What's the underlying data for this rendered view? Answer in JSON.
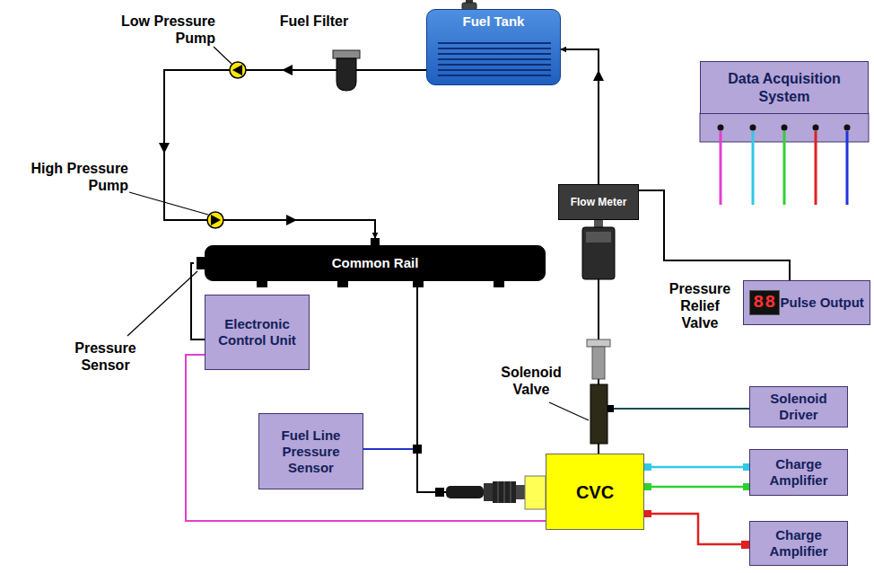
{
  "diagram": {
    "nodes": [
      {
        "text": [
          "Fuel Tank"
        ]
      },
      {
        "text": [
          "Data Acquisition System"
        ]
      },
      {
        "text": [
          "Flow Meter"
        ]
      },
      {
        "text": [
          "Common Rail"
        ]
      },
      {
        "text": [
          "88",
          "Pulse Output"
        ]
      },
      {
        "text": [
          "Electronic Control Unit"
        ]
      },
      {
        "text": [
          "Solenoid Driver"
        ]
      },
      {
        "text": [
          "Fuel Line Pressure Sensor"
        ]
      },
      {
        "text": [
          "CVC"
        ]
      },
      {
        "text": [
          "Charge Amplifier"
        ]
      },
      {
        "text": [
          "Charge Amplifier"
        ]
      }
    ],
    "edges": [
      {
        "from": 0,
        "to": 3,
        "arrow": "to"
      },
      {
        "from": 3,
        "to": 5,
        "arrow": "none"
      },
      {
        "from": 3,
        "to": 8,
        "arrow": "none"
      },
      {
        "from": 5,
        "to": 8,
        "arrow": "none"
      },
      {
        "from": 8,
        "to": 2,
        "arrow": "none"
      },
      {
        "from": 2,
        "to": 0,
        "arrow": "to"
      },
      {
        "from": 2,
        "to": 4,
        "arrow": "none"
      },
      {
        "from": 8,
        "to": 9,
        "arrow": "none"
      },
      {
        "from": 8,
        "to": 9,
        "arrow": "none"
      },
      {
        "from": 8,
        "to": 10,
        "arrow": "none"
      }
    ],
    "labels": [
      "Low Pressure Pump",
      "Fuel Filter",
      "High Pressure Pump",
      "Pressure Sensor",
      "Pressure Relief Valve",
      "Solenoid Valve"
    ]
  }
}
